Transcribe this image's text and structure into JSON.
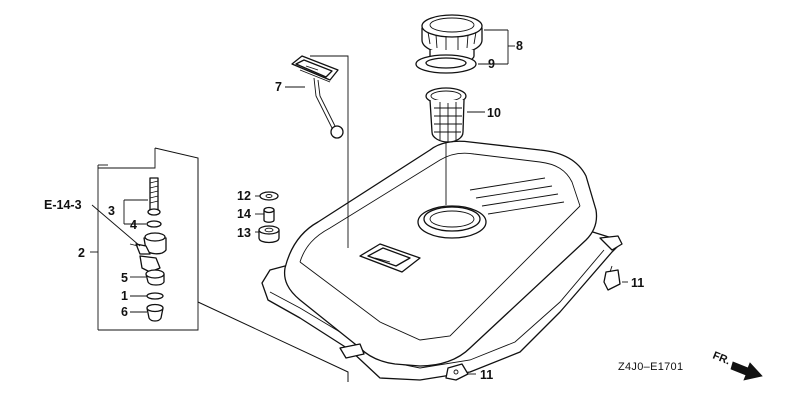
{
  "labels": {
    "p1": "1",
    "p2": "2",
    "p3": "3",
    "p4": "4",
    "p5": "5",
    "p6": "6",
    "p7": "7",
    "p8": "8",
    "p9": "9",
    "p10": "10",
    "p11a": "11",
    "p11b": "11",
    "p12": "12",
    "p13": "13",
    "p14": "14"
  },
  "reference": "E-14-3",
  "drawing_code": "Z4J0–E1701",
  "direction_label": "FR."
}
